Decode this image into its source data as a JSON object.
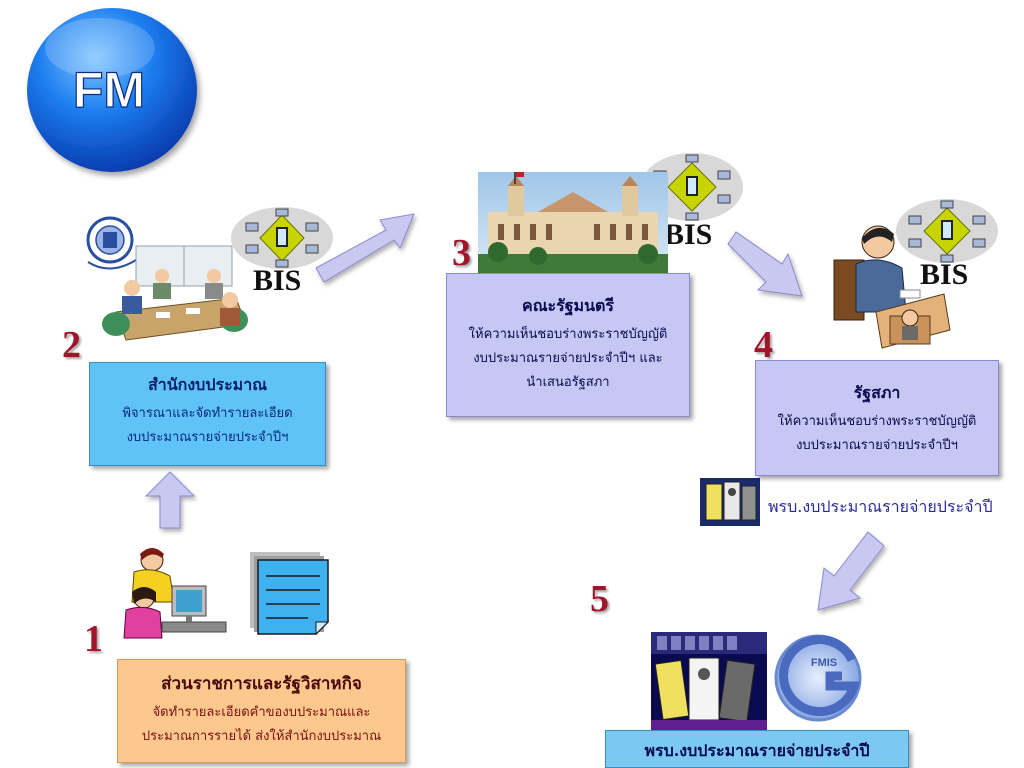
{
  "logo": {
    "text": "FM"
  },
  "steps": [
    {
      "number": "1",
      "title": "ส่วนราชการและรัฐวิสาหกิจ",
      "desc_line1": "จัดทำรายละเอียดคำของบประมาณและ",
      "desc_line2": "ประมาณการรายได้ ส่งให้สำนักงบประมาณ"
    },
    {
      "number": "2",
      "title": "สำนักงบประมาณ",
      "desc_line1": "พิจารณาและจัดทำรายละเอียด",
      "desc_line2": "งบประมาณรายจ่ายประจำปีฯ"
    },
    {
      "number": "3",
      "title": "คณะรัฐมนตรี",
      "desc_line1": "ให้ความเห็นชอบร่างพระราชบัญญัติ",
      "desc_line2": "งบประมาณรายจ่ายประจำปีฯ และ",
      "desc_line3": "นำเสนอรัฐสภา"
    },
    {
      "number": "4",
      "title": "รัฐสภา",
      "desc_line1": "ให้ความเห็นชอบร่างพระราชบัญญัติ",
      "desc_line2": "งบประมาณรายจ่ายประจำปีฯ"
    },
    {
      "number": "5",
      "title": "พรบ.งบประมาณรายจ่ายประจำปี"
    }
  ],
  "bis_label": "BIS",
  "act_caption": "พรบ.งบประมาณรายจ่ายประจำปี",
  "colors": {
    "step_number": "#a0152a",
    "arrow": "#c8c8f0",
    "logo_blue": "#1565d8"
  }
}
